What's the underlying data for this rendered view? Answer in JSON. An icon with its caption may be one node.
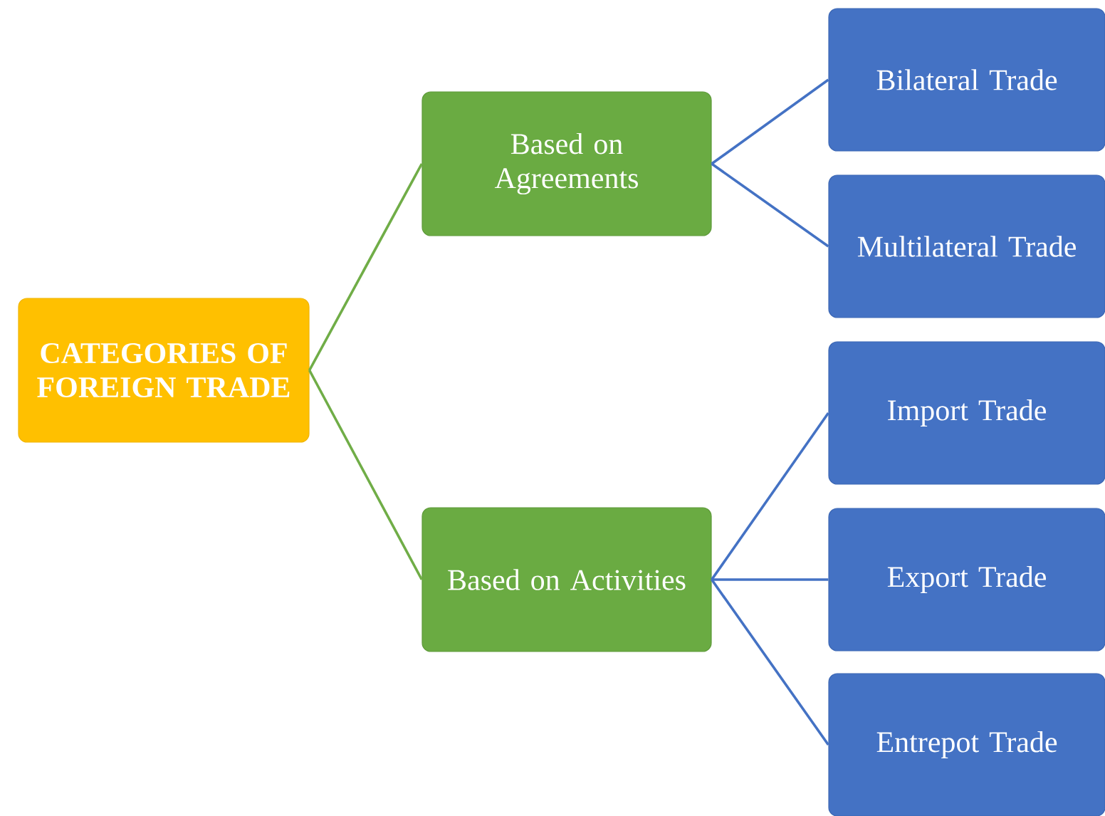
{
  "diagram": {
    "nodes": [
      {
        "text": [
          "CATEGORIES OF FOREIGN TRADE"
        ]
      },
      {
        "text": [
          "Based on Agreements"
        ]
      },
      {
        "text": [
          "Based on Activities"
        ]
      },
      {
        "text": [
          "Bilateral Trade"
        ]
      },
      {
        "text": [
          "Multilateral Trade"
        ]
      },
      {
        "text": [
          "Import Trade"
        ]
      },
      {
        "text": [
          "Export Trade"
        ]
      },
      {
        "text": [
          "Entrepot Trade"
        ]
      }
    ],
    "edges": [
      {
        "from": 0,
        "to": 1,
        "arrow": "none",
        "color": "#70ad47"
      },
      {
        "from": 0,
        "to": 2,
        "arrow": "none",
        "color": "#70ad47"
      },
      {
        "from": 1,
        "to": 3,
        "arrow": "none"
      },
      {
        "from": 1,
        "to": 4,
        "arrow": "none"
      },
      {
        "from": 2,
        "to": 5,
        "arrow": "none"
      },
      {
        "from": 2,
        "to": 6,
        "arrow": "none"
      },
      {
        "from": 2,
        "to": 7,
        "arrow": "none"
      }
    ]
  }
}
